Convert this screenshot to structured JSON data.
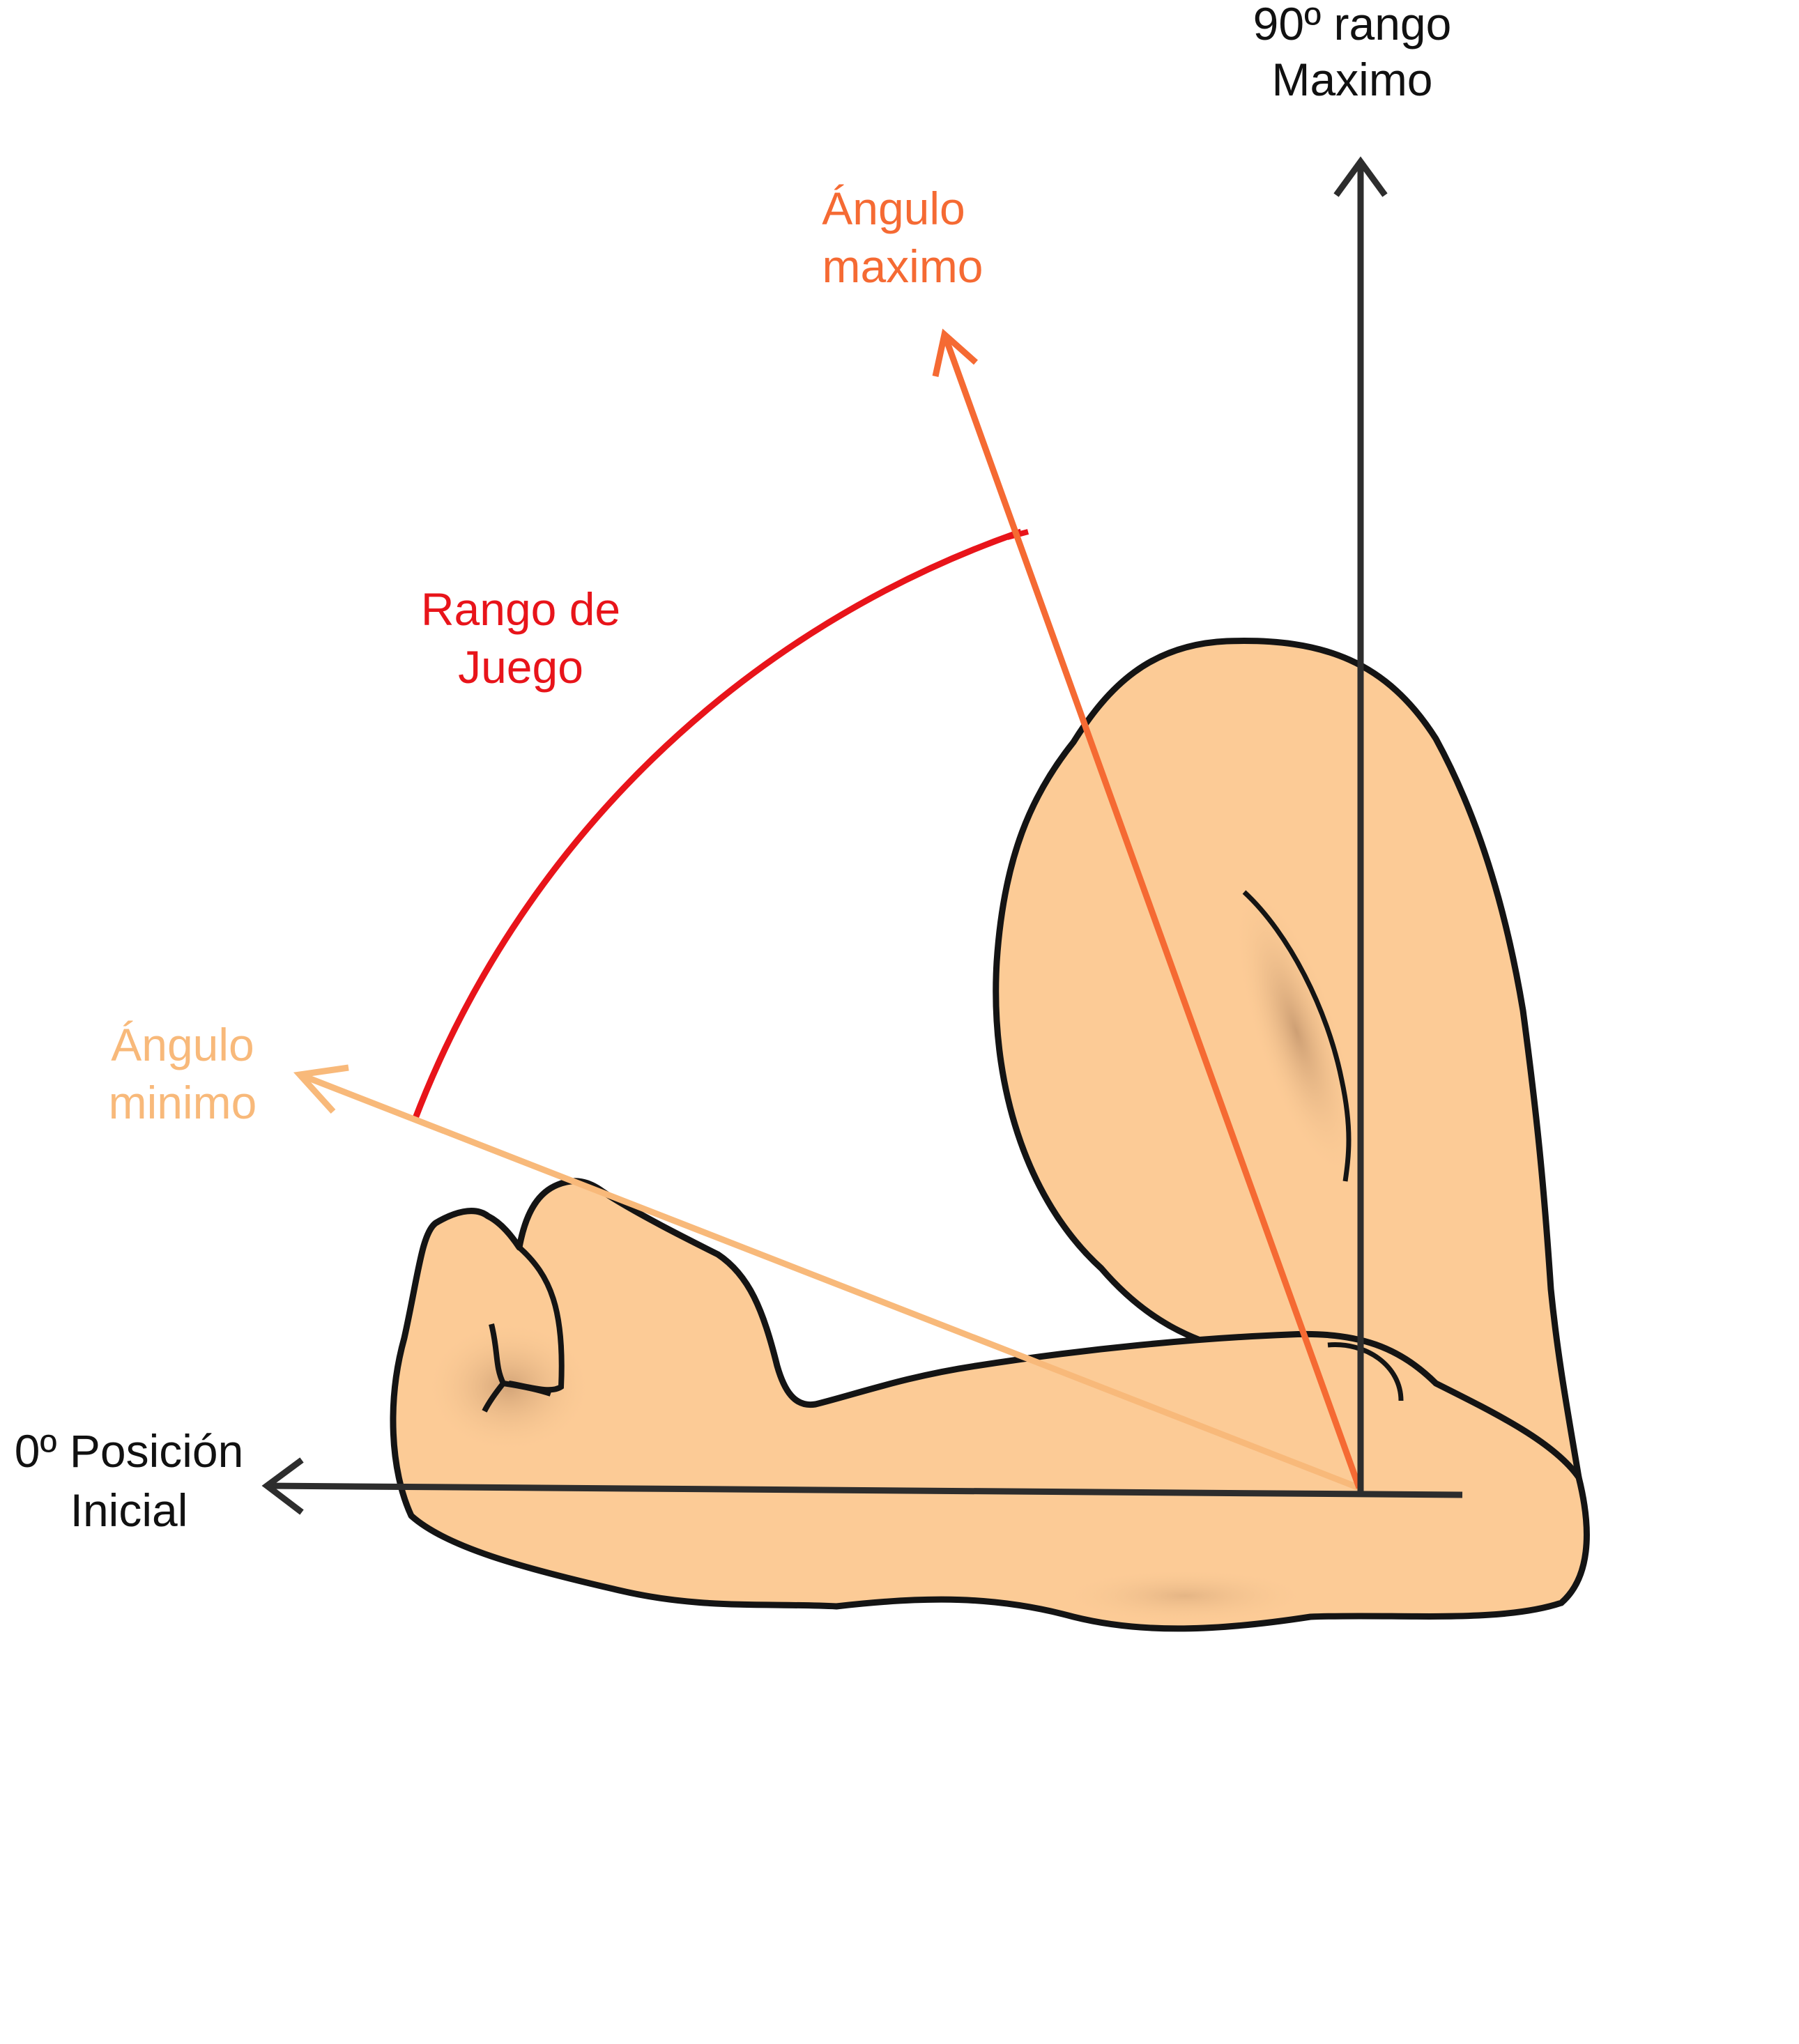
{
  "labels": {
    "max_range_line1": "90º rango",
    "max_range_line2": "Maximo",
    "max_angle_line1": "Ángulo",
    "max_angle_line2": "maximo",
    "play_range_line1": "Rango de",
    "play_range_line2": "Juego",
    "min_angle_line1": "Ángulo",
    "min_angle_line2": "minimo",
    "initial_line1": "0º Posición",
    "initial_line2": "Inicial"
  },
  "colors": {
    "axis": "#2d2d2d",
    "max_angle": "#f56a33",
    "min_angle": "#f8b97a",
    "range_arc": "#e8141a",
    "skin": "#fccb96",
    "skin_shade": "#c89a70",
    "outline": "#141414"
  },
  "icons": [
    "arm-illustration",
    "arrow-head"
  ]
}
